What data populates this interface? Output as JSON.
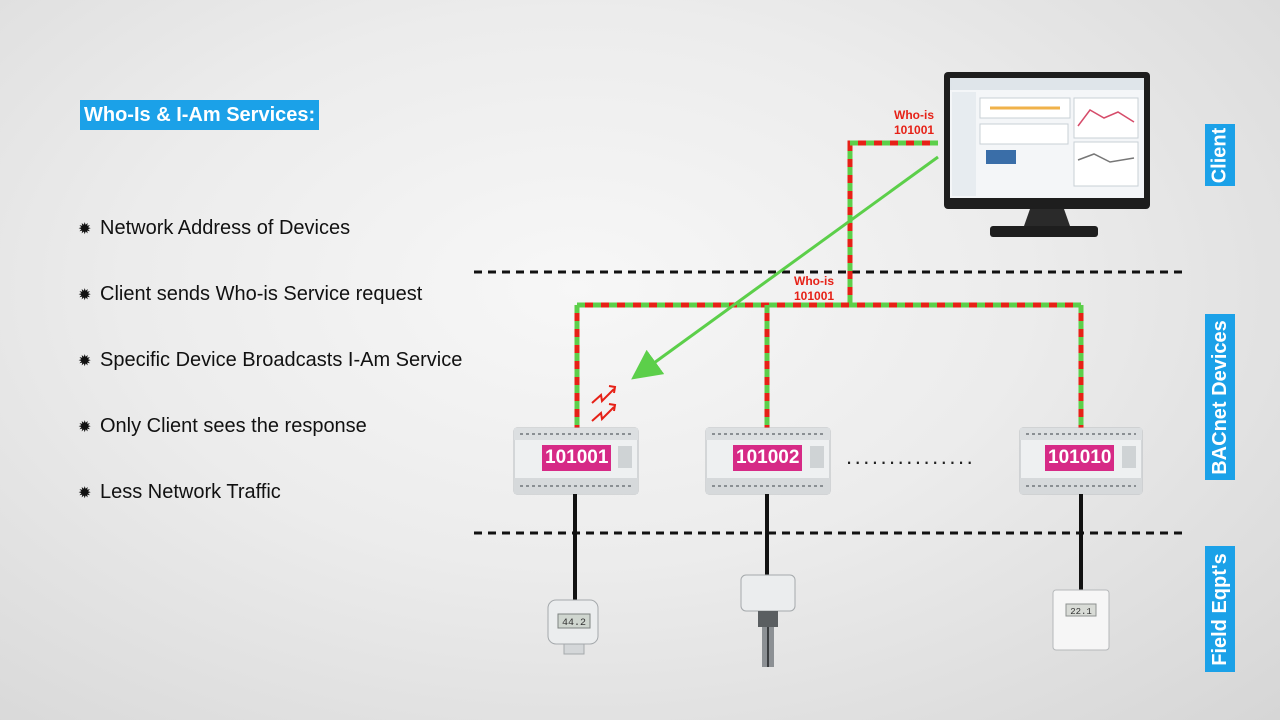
{
  "title": "Who-Is & I-Am Services:",
  "bullets": [
    "Network Address of Devices",
    "Client sends Who-is Service request",
    "Specific Device Broadcasts I-Am Service",
    "Only Client sees the response",
    "Less Network Traffic"
  ],
  "tiers": {
    "client": "Client",
    "devices": "BACnet Devices",
    "field": "Field Eqpt's"
  },
  "messages": {
    "who_is_client": {
      "label": "Who-is",
      "id": "101001"
    },
    "who_is_bus": {
      "label": "Who-is",
      "id": "101001"
    }
  },
  "devices": [
    {
      "id": "101001"
    },
    {
      "id": "101002"
    },
    {
      "id": "101010"
    }
  ],
  "thermostat_display": "22.1",
  "sensor_display": "44.2",
  "colors": {
    "accent": "#1ba1e8",
    "device_tag": "#d62a86",
    "request_red": "#e62117",
    "response_green": "#5ccf4a"
  },
  "icons": {
    "bullet": "snowflake-bullet-icon",
    "broadcast": "broadcast-zigzag-icon"
  }
}
